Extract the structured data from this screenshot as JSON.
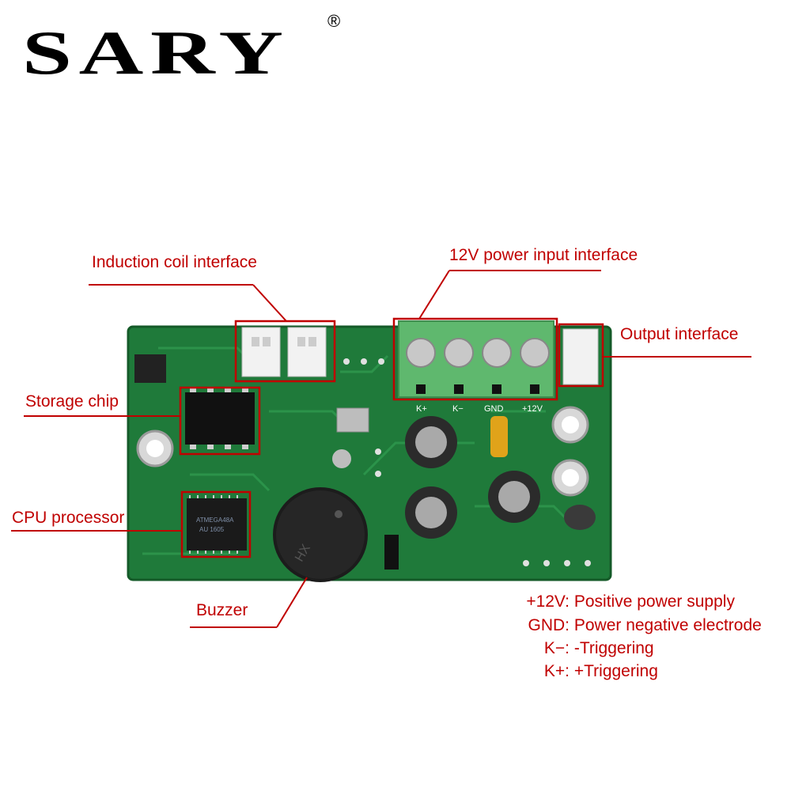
{
  "brand": {
    "name": "SARY",
    "registered": "®"
  },
  "labels": {
    "induction_coil": "Induction coil interface",
    "power_input": "12V power input interface",
    "output": "Output interface",
    "storage_chip": "Storage chip",
    "cpu": "CPU processor",
    "buzzer": "Buzzer"
  },
  "legend": [
    {
      "key": "+12V:",
      "desc": "Positive power supply"
    },
    {
      "key": "GND:",
      "desc": "Power negative electrode"
    },
    {
      "key": "K−:",
      "desc": "-Triggering"
    },
    {
      "key": "K+:",
      "desc": "+Triggering"
    }
  ],
  "silkscreen": {
    "terminal_pins": [
      "K+",
      "K−",
      "GND",
      "+12V"
    ],
    "chip_text": [
      "ATMEGA48A",
      "AU 1605"
    ],
    "buzzer_text": "HX"
  },
  "colors": {
    "label_red": "#c00000",
    "pcb_green": "#1f7a3a",
    "terminal_green": "#5fb86e"
  }
}
